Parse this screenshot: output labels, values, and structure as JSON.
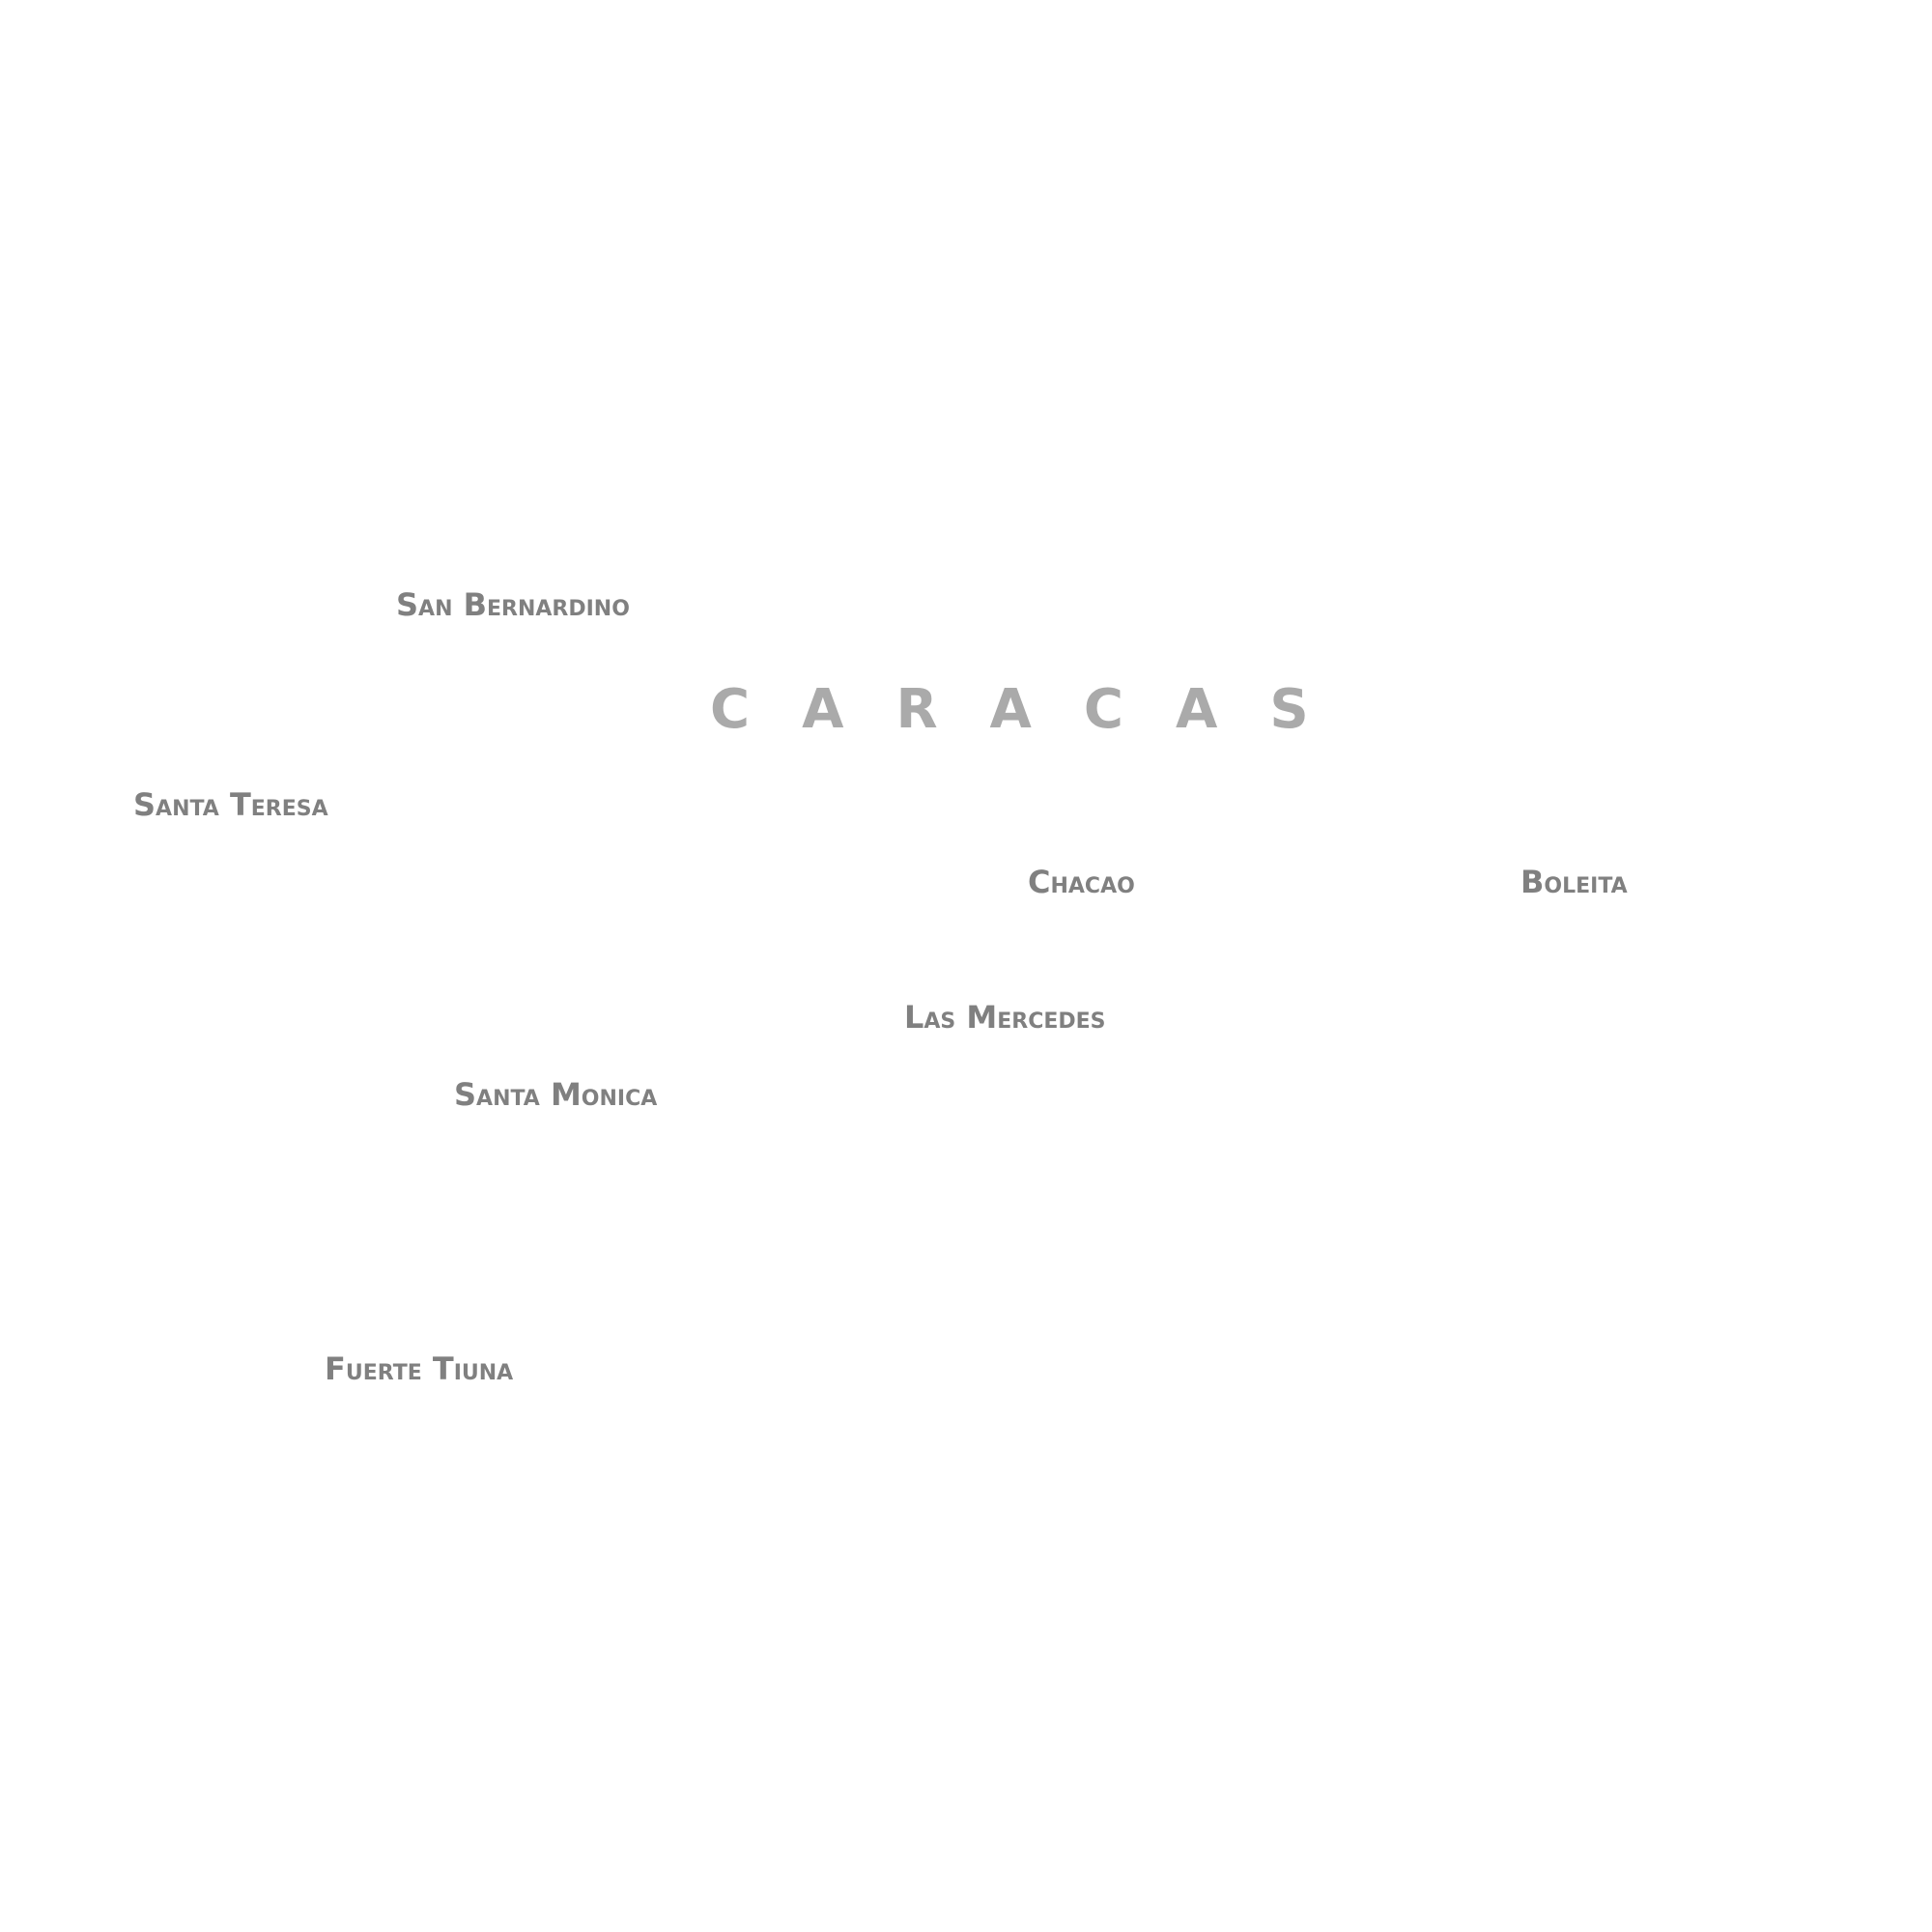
{
  "map": {
    "city": "CARACAS",
    "districts": [
      {
        "id": "san-bernardino",
        "label": "San Bernardino"
      },
      {
        "id": "santa-teresa",
        "label": "Santa Teresa"
      },
      {
        "id": "chacao",
        "label": "Chacao"
      },
      {
        "id": "boleita",
        "label": "Boleita"
      },
      {
        "id": "las-mercedes",
        "label": "Las Mercedes"
      },
      {
        "id": "santa-monica",
        "label": "Santa Monica"
      },
      {
        "id": "fuerte-tiuna",
        "label": "Fuerte Tiuna"
      }
    ],
    "colors": {
      "background": "#ffffff",
      "city_label": "#aaaaaa",
      "district_label": "#808080"
    }
  }
}
